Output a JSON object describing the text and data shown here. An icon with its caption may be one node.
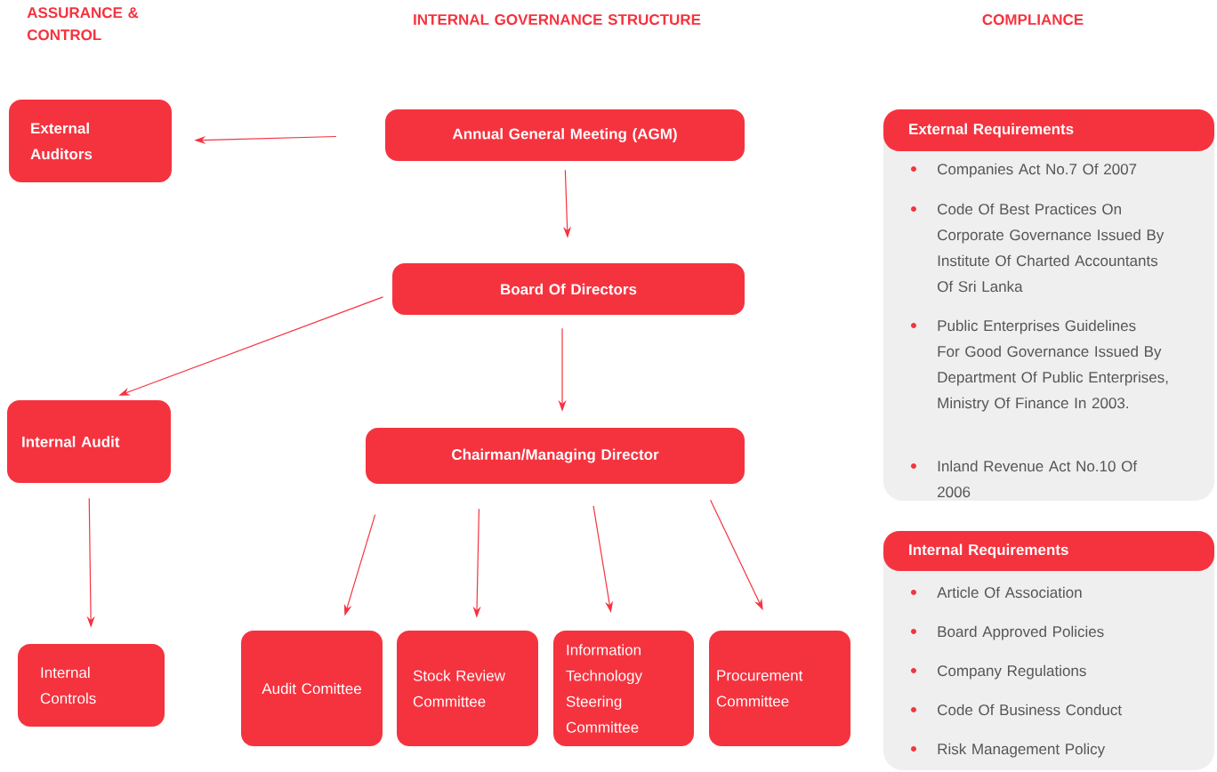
{
  "diagram": {
    "nodes": [
      {
        "text": [
          "External Auditors"
        ]
      },
      {
        "text": [
          "Annual General Meeting (AGM)"
        ]
      },
      {
        "text": [
          "Board Of Directors"
        ]
      },
      {
        "text": [
          "Internal Audit"
        ]
      },
      {
        "text": [
          "Chairman/Managing Director"
        ]
      },
      {
        "text": [
          "Internal Controls"
        ]
      },
      {
        "text": [
          "Audit Comittee"
        ]
      },
      {
        "text": [
          "Stock Review Committee"
        ]
      },
      {
        "text": [
          "Information Technology Steering Committee"
        ]
      },
      {
        "text": [
          "Procurement Committee"
        ]
      },
      {
        "text": [
          "External Requirements",
          "Companies Act No.7 Of 2007",
          "Code Of Best Practices On Corporate Governance Issued By Institute Of Charted Accountants Of Sri Lanka",
          "Public Enterprises Guidelines For Good Governance Issued By Department Of Public Enterprises, Ministry Of Finance In 2003.",
          "Inland Revenue Act No.10 Of 2006"
        ]
      },
      {
        "text": [
          "Internal Requirements",
          "Article Of Association",
          "Board Approved Policies",
          "Company Regulations",
          "Code Of Business Conduct",
          "Risk Management Policy"
        ]
      }
    ],
    "edges": [
      {
        "from": 1,
        "to": 0,
        "arrow": "to"
      },
      {
        "from": 1,
        "to": 2,
        "arrow": "to"
      },
      {
        "from": 2,
        "to": 3,
        "arrow": "to"
      },
      {
        "from": 2,
        "to": 4,
        "arrow": "to"
      },
      {
        "from": 3,
        "to": 5,
        "arrow": "to"
      },
      {
        "from": 4,
        "to": 6,
        "arrow": "to"
      },
      {
        "from": 4,
        "to": 7,
        "arrow": "to"
      },
      {
        "from": 4,
        "to": 8,
        "arrow": "to"
      },
      {
        "from": 4,
        "to": 9,
        "arrow": "to"
      }
    ],
    "labels": [
      "ASSURANCE & CONTROL",
      "INTERNAL GOVERNANCE STRUCTURE",
      "COMPLIANCE"
    ]
  }
}
